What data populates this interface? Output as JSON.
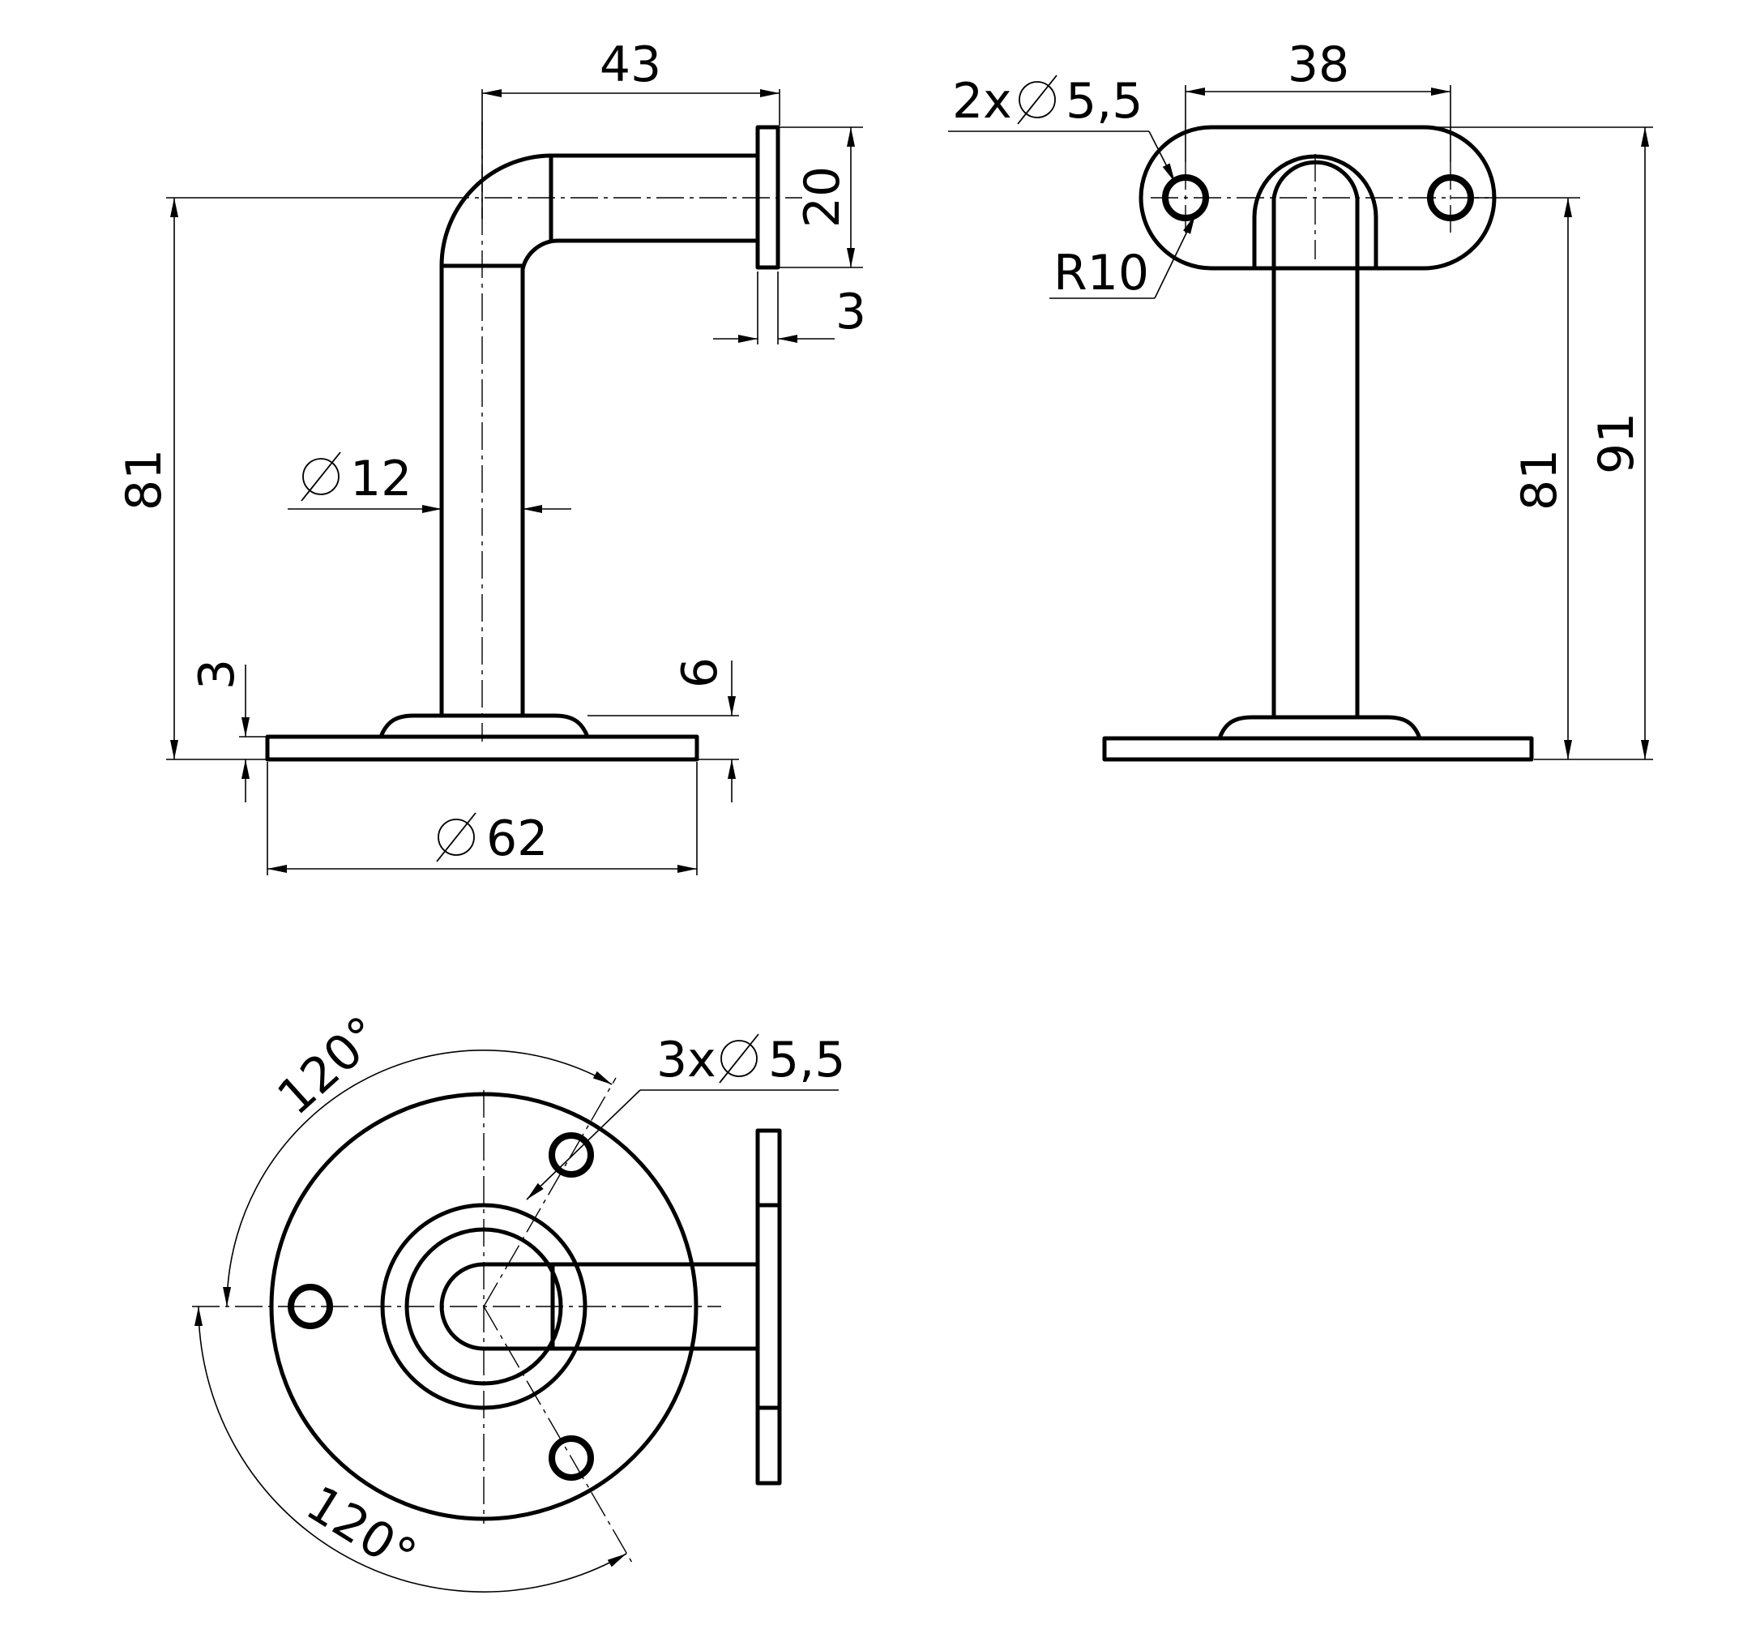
{
  "side_view": {
    "width_43": "43",
    "flange_height_20": "20",
    "flange_thickness_3": "3",
    "height_81": "81",
    "tube_diameter": "12",
    "base_thickness_3": "3",
    "base_collar_6": "6",
    "base_diameter": "62"
  },
  "front_view": {
    "hole_spacing_38": "38",
    "holes_callout": "2x",
    "hole_diameter": "5,5",
    "radius": "R10",
    "height_81": "81",
    "height_91": "91"
  },
  "top_view": {
    "holes_callout": "3x",
    "hole_diameter": "5,5",
    "angle_upper": "120°",
    "angle_lower": "120°"
  }
}
